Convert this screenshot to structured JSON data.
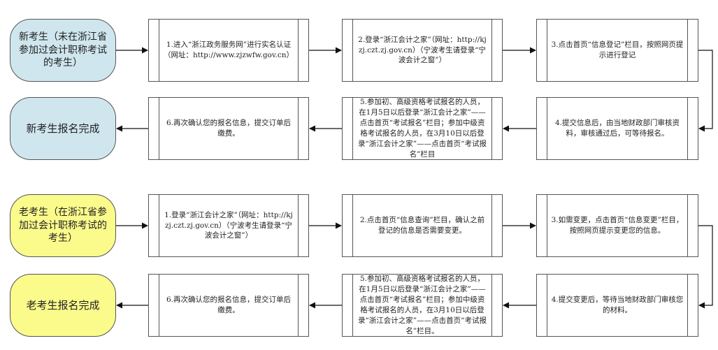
{
  "flows": [
    {
      "id": "new",
      "start_label": "新考生（未在浙江省参加过会计职称考试的考生）",
      "end_label": "新考生报名完成",
      "steps": [
        "1.进入“浙江政务服务网”进行实名认证（网址：http://www.zjzwfw.gov.cn）",
        "2.登录“浙江会计之家”（网址：http://kjzj.czt.zj.gov.cn）（宁波考生请登录“宁波会计之窗”）",
        "3.点击首页“信息登记”栏目，按照网页提示进行登记",
        "4.提交信息后，由当地财政部门审核资料，审核通过后，可等待报名。",
        "5.参加初、高级资格考试报名的人员，在1月5日以后登录“浙江会计之家”——点击首页“考试报名”栏目；参加中级资格考试报名的人员，在3月10日以后登录“浙江会计之家”——点击首页“考试报名”栏目",
        "6.再次确认您的报名信息，提交订单后缴费。"
      ]
    },
    {
      "id": "old",
      "start_label": "老考生（在浙江省参加过会计职称考试的考生）",
      "end_label": "老考生报名完成",
      "steps": [
        "1.登录“浙江会计之家”（网址：http://kjzj.czt.zj.gov.cn）（宁波考生请登录“宁波会计之窗”）",
        "2.点击首页“信息查询”栏目，确认之前登记的信息是否需要变更。",
        "3.如需变更，点击首页“信息变更”栏目，按照网页提示变更您的信息。",
        "4.提交变更后，等待当地财政部门审核您的材料。",
        "5.参加初、高级资格考试报名的人员，在1月5日以后登录“浙江会计之家”——点击首页“考试报名”栏目；参加中级资格考试报名的人员，在3月10日以后登录“浙江会计之家”——点击首页“考试报名”栏目。",
        "6.再次确认您的报名信息，提交订单后缴费。"
      ]
    }
  ]
}
